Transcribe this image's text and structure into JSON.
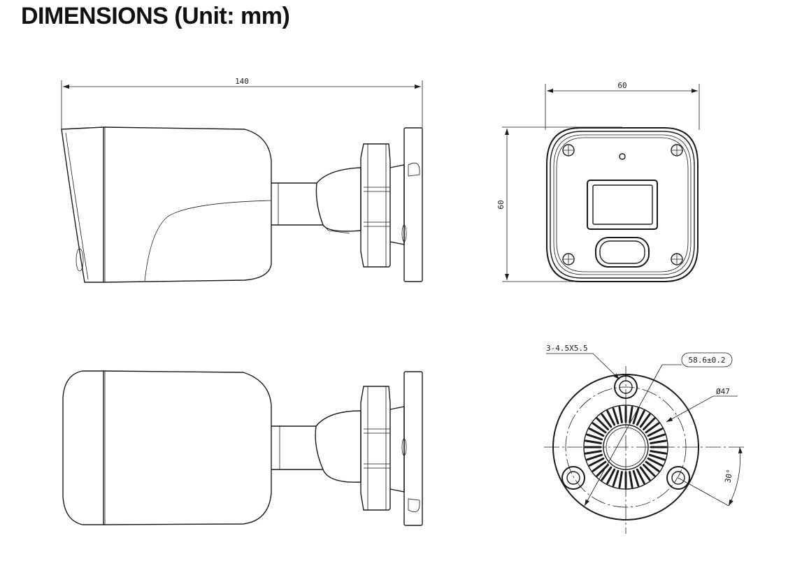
{
  "title": "DIMENSIONS (Unit: mm)",
  "views": {
    "side_top": {
      "length_label": "140"
    },
    "front": {
      "width_label": "60",
      "height_label": "60"
    },
    "base": {
      "hole_label": "3-4.5X5.5",
      "pcd_label": "58.6±0.2",
      "diameter_label": "Ø47",
      "angle_label": "30°"
    }
  }
}
